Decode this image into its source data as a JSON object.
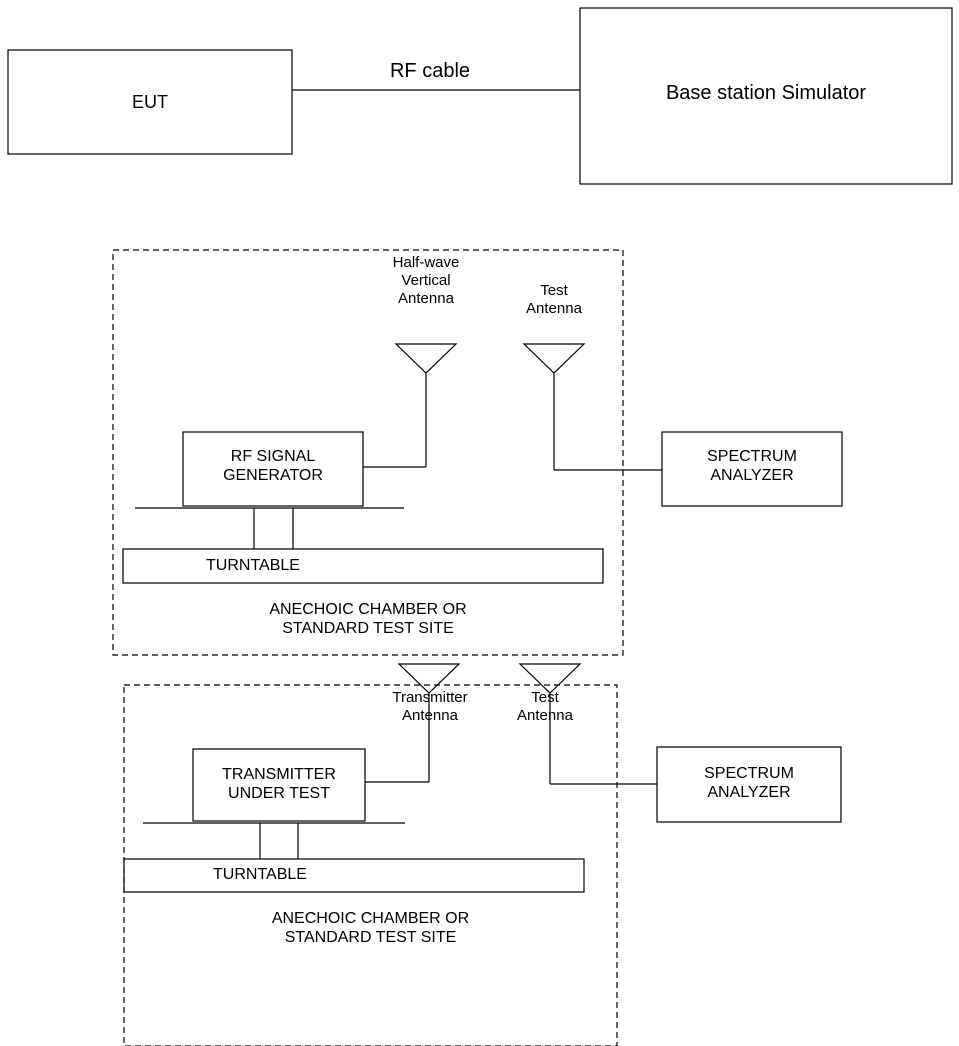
{
  "diagram1": {
    "eut": "EUT",
    "cable": "RF cable",
    "bss": "Base station Simulator"
  },
  "diagram2": {
    "antenna1": [
      "Half-wave",
      "Vertical",
      "Antenna"
    ],
    "antenna2": [
      "Test",
      "Antenna"
    ],
    "generator": [
      "RF SIGNAL",
      "GENERATOR"
    ],
    "analyzer": [
      "SPECTRUM",
      "ANALYZER"
    ],
    "turntable": "TURNTABLE",
    "chamber": [
      "ANECHOIC CHAMBER OR",
      "STANDARD TEST SITE"
    ]
  },
  "diagram3": {
    "antenna1": [
      "Transmitter",
      "Antenna"
    ],
    "antenna2": [
      "Test",
      "Antenna"
    ],
    "transmitter": [
      "TRANSMITTER",
      "UNDER TEST"
    ],
    "analyzer": [
      "SPECTRUM",
      "ANALYZER"
    ],
    "turntable": "TURNTABLE",
    "chamber": [
      "ANECHOIC CHAMBER OR",
      "STANDARD TEST SITE"
    ]
  }
}
